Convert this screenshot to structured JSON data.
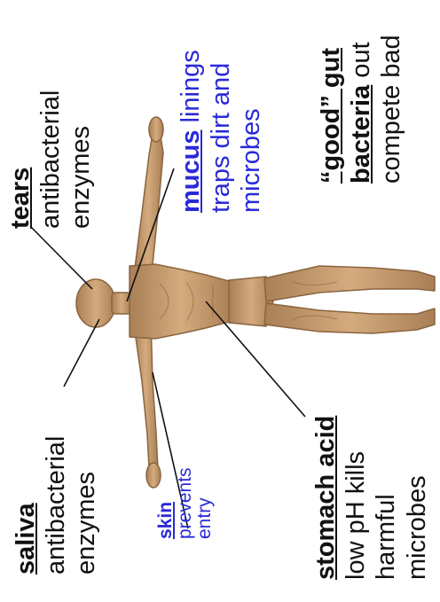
{
  "labels": {
    "tears": {
      "title": "tears",
      "lines": [
        "antibacterial",
        "enzymes"
      ]
    },
    "mucus": {
      "title": "mucus",
      "first_line_rest": " linings",
      "lines": [
        "traps dirt and",
        "microbes"
      ]
    },
    "gut": {
      "title_part1": "“good” gut",
      "title_part2": "bacteria",
      "title_part2_rest": " out",
      "lines": [
        "compete bad"
      ]
    },
    "saliva": {
      "title": "saliva",
      "lines": [
        "antibacterial",
        "enzymes"
      ]
    },
    "skin": {
      "title": "skin",
      "lines": [
        "prevents",
        "entry"
      ]
    },
    "stomach": {
      "title": "stomach acid",
      "lines": [
        "low pH kills",
        "harmful",
        "microbes"
      ]
    }
  },
  "colors": {
    "text_black": "#111111",
    "text_blue": "#2a2ad8",
    "skin_tone": "#c9a074",
    "skin_shadow": "#8a6440",
    "pointer_line": "#111111"
  }
}
